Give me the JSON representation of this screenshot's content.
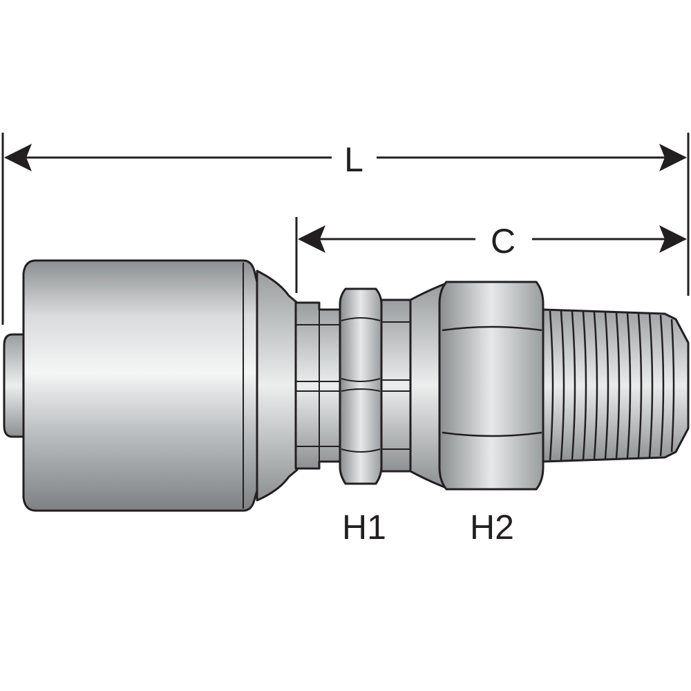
{
  "dimensions": {
    "overall_length_label": "L",
    "center_length_label": "C"
  },
  "hex_labels": {
    "first": "H1",
    "second": "H2"
  },
  "colors": {
    "line": "#231f20",
    "metal_dark": "#8e9193",
    "metal_light": "#f2f3f3",
    "background": "#ffffff"
  }
}
